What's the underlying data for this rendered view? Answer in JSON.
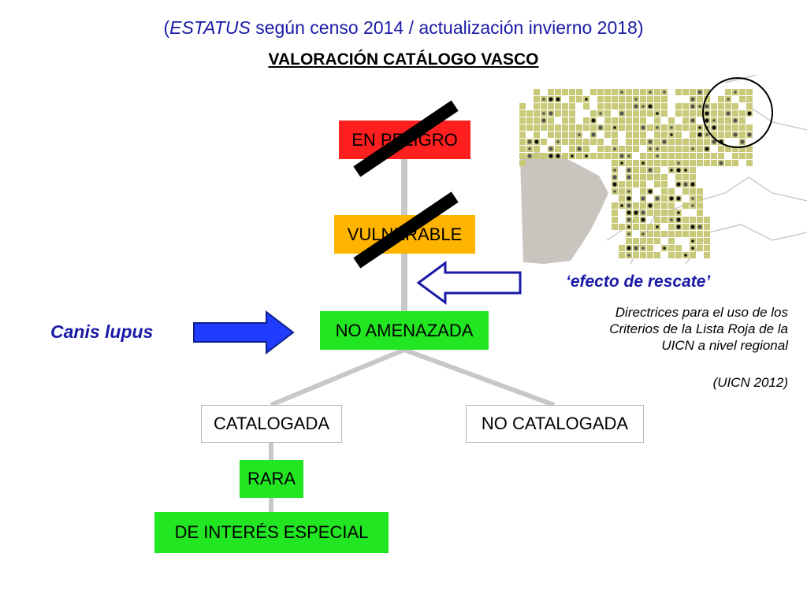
{
  "header": {
    "open_paren": "(",
    "status_word": "ESTATUS",
    "rest": " según censo 2014 / actualización invierno 2018)"
  },
  "title": "VALORACIÓN CATÁLOGO VASCO",
  "categories": {
    "en_peligro": "EN PELIGRO",
    "vulnerable": "VULNERABLE",
    "no_amenazada": "NO AMENAZADA",
    "catalogada": "CATALOGADA",
    "no_catalogada": "NO CATALOGADA",
    "rara": "RARA",
    "interes_especial": "DE INTERÉS ESPECIAL"
  },
  "species": "Canis lupus",
  "rescue_effect": "‘efecto de rescate’",
  "source": {
    "lines": [
      "Directrices para el uso de los",
      "Criterios de la Lista Roja de la",
      "UICN a nivel regional"
    ],
    "citation": "(UICN 2012)"
  },
  "colors": {
    "endangered": "#ff1f1f",
    "vulnerable": "#ffb400",
    "not_threatened": "#22e622",
    "arrow_blue": "#1a1aa6",
    "map_cells": "#c9c97a",
    "map_land": "#c9c4be"
  },
  "icons": {
    "crossed_out": "strike-bar",
    "rescue_arrow": "hollow-left-arrow",
    "species_arrow": "solid-right-arrow",
    "map_highlight": "circle"
  }
}
